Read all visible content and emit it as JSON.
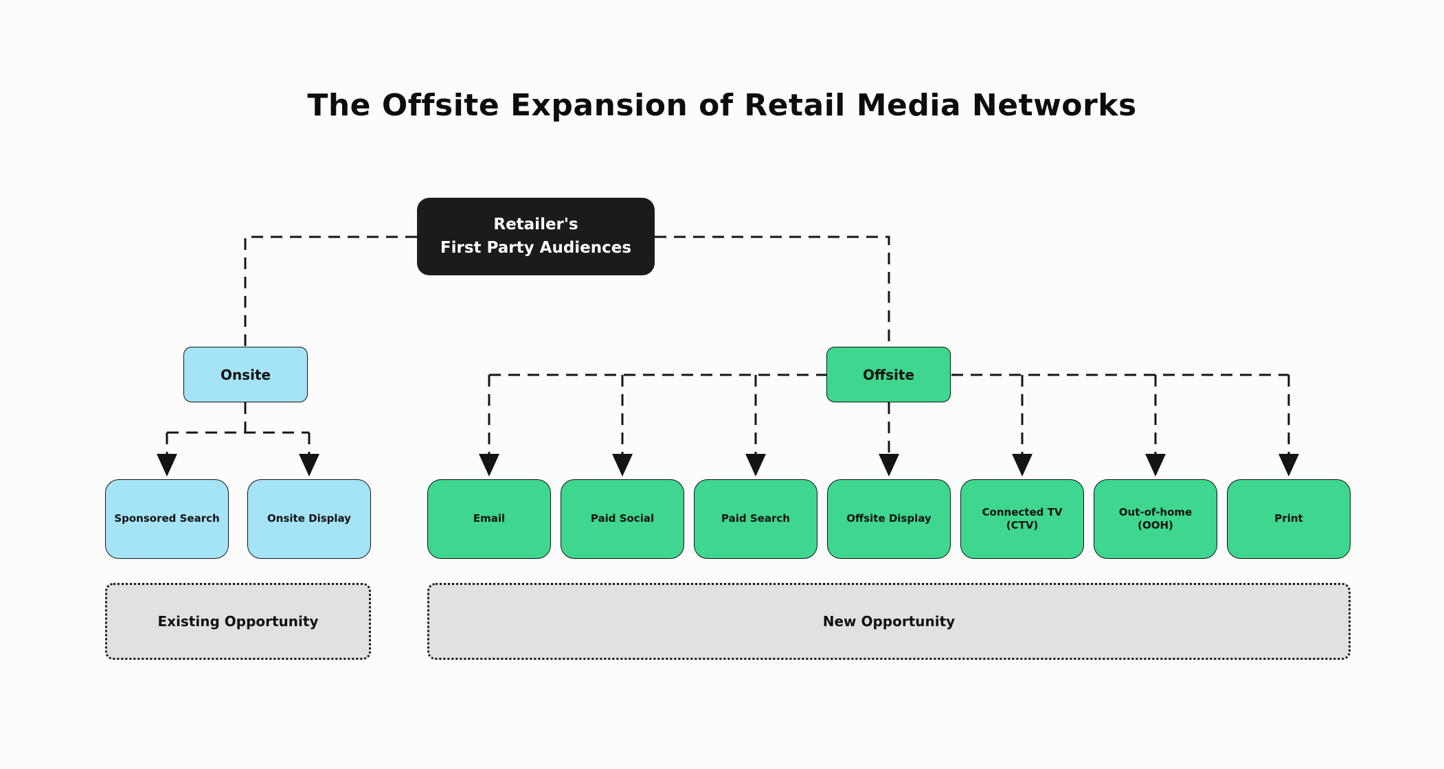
{
  "title": "The Offsite Expansion of Retail Media Networks",
  "root": {
    "line1": "Retailer's",
    "line2": "First Party Audiences"
  },
  "branches": {
    "onsite": {
      "label": "Onsite"
    },
    "offsite": {
      "label": "Offsite"
    }
  },
  "onsite_channels": [
    {
      "label": "Sponsored Search"
    },
    {
      "label": "Onsite Display"
    }
  ],
  "offsite_channels": [
    {
      "label": "Email"
    },
    {
      "label": "Paid Social"
    },
    {
      "label": "Paid Search"
    },
    {
      "label": "Offsite Display"
    },
    {
      "label": "Connected TV (CTV)"
    },
    {
      "label": "Out-of-home (OOH)"
    },
    {
      "label": "Print"
    }
  ],
  "opportunities": {
    "existing": {
      "label": "Existing Opportunity"
    },
    "new": {
      "label": "New Opportunity"
    }
  },
  "colors": {
    "background": "#fcfcfc",
    "root_node": "#1b1b1b",
    "root_text": "#ffffff",
    "onsite": "#a5e3f6",
    "offsite": "#3fd68f",
    "opportunity_zone": "#e1e1e1",
    "connector": "#141414"
  },
  "icons": {
    "arrow": "arrow-down-icon"
  }
}
